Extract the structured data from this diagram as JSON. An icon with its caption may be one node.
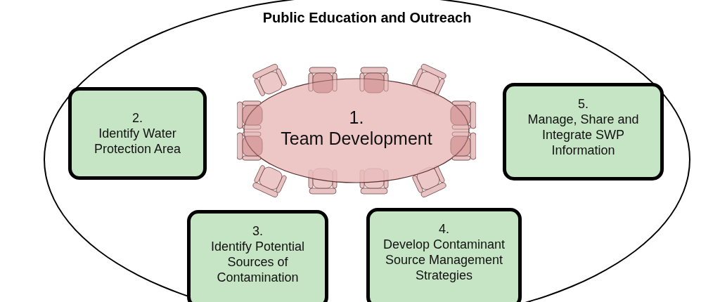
{
  "diagram": {
    "nodes": [
      {
        "text": [
          "Public Education and Outreach"
        ]
      },
      {
        "text": [
          "1.",
          "Team Development"
        ],
        "in": 0
      },
      {
        "text": [
          "2.",
          "Identify Water Protection Area"
        ],
        "in": 0
      },
      {
        "text": [
          "5.",
          "Manage, Share and Integrate SWP Information"
        ],
        "in": 0
      },
      {
        "text": [
          "3.",
          "Identify Potential Sources of Contamination"
        ],
        "in": 0
      },
      {
        "text": [
          "4.",
          "Develop Contaminant Source Management Strategies"
        ],
        "in": 0
      }
    ]
  }
}
